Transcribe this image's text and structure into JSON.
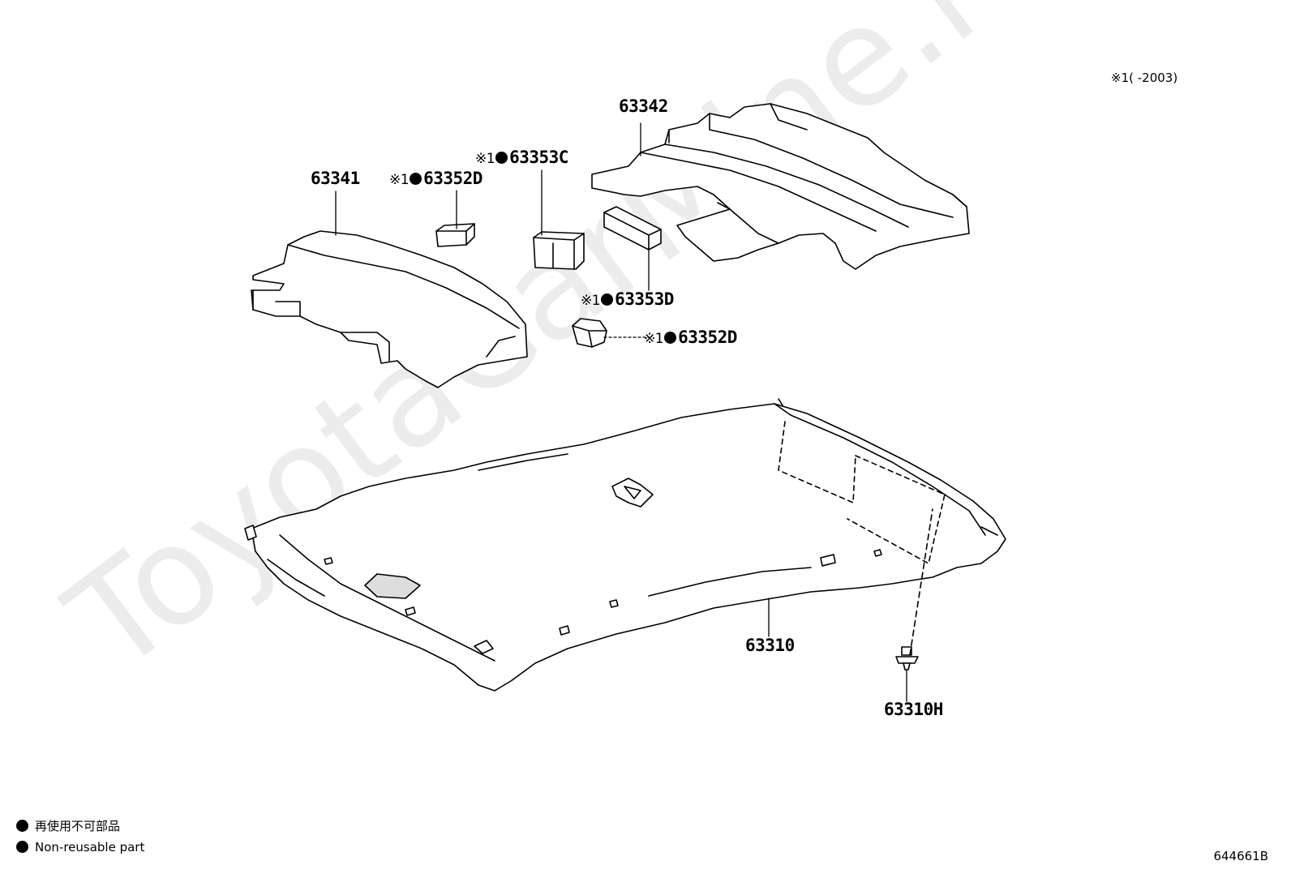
{
  "watermark": "ToyotaCarMine.ru",
  "note": {
    "marker": "※1",
    "text": "(      -2003)"
  },
  "parts": [
    {
      "id": "63342",
      "num": "63342",
      "flagged": false,
      "nonreusable": false
    },
    {
      "id": "63353C",
      "num": "63353C",
      "flagged": true,
      "nonreusable": true
    },
    {
      "id": "63341",
      "num": "63341",
      "flagged": false,
      "nonreusable": false
    },
    {
      "id": "63352D-a",
      "num": "63352D",
      "flagged": true,
      "nonreusable": true
    },
    {
      "id": "63353D",
      "num": "63353D",
      "flagged": true,
      "nonreusable": true
    },
    {
      "id": "63352D-b",
      "num": "63352D",
      "flagged": true,
      "nonreusable": true
    },
    {
      "id": "63310",
      "num": "63310",
      "flagged": false,
      "nonreusable": false
    },
    {
      "id": "63310H",
      "num": "63310H",
      "flagged": false,
      "nonreusable": false
    }
  ],
  "marker_text": "※1",
  "legend": {
    "jp": "再使用不可部品",
    "en": "Non-reusable part"
  },
  "diagram_code": "644661B"
}
